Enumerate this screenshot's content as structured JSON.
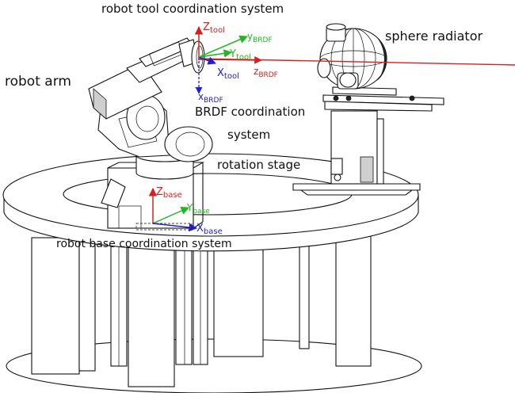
{
  "labels": {
    "robot_tool_system": "robot tool coordination system",
    "sphere_radiator": "sphere radiator",
    "robot_arm": "robot arm",
    "brdf_system_line1": "BRDF coordination",
    "brdf_system_line2": "system",
    "rotation_stage": "rotation stage",
    "robot_base_system": "robot base coordination system"
  },
  "axes": {
    "tool": {
      "z": {
        "main": "Z",
        "sub": "tool",
        "color": "#d62020"
      },
      "y": {
        "main": "Y",
        "sub": "tool",
        "color": "#1fb81f"
      },
      "x": {
        "main": "X",
        "sub": "tool",
        "color": "#2020d0"
      }
    },
    "brdf": {
      "y": {
        "main": "y",
        "sub": "BRDF",
        "color": "#1fb81f"
      },
      "z": {
        "main": "z",
        "sub": "BRDF",
        "color": "#d62020"
      },
      "x": {
        "main": "x",
        "sub": "BRDF",
        "color": "#2020d0"
      }
    },
    "base": {
      "z": {
        "main": "Z",
        "sub": "base",
        "color": "#d62020"
      },
      "y": {
        "main": "Y",
        "sub": "base",
        "color": "#1fb81f"
      },
      "x": {
        "main": "X",
        "sub": "base",
        "color": "#2020d0"
      }
    }
  },
  "colors": {
    "red": "#d62020",
    "green": "#1fb81f",
    "blue": "#2020d0",
    "line": "#111111",
    "background": "#ffffff"
  }
}
